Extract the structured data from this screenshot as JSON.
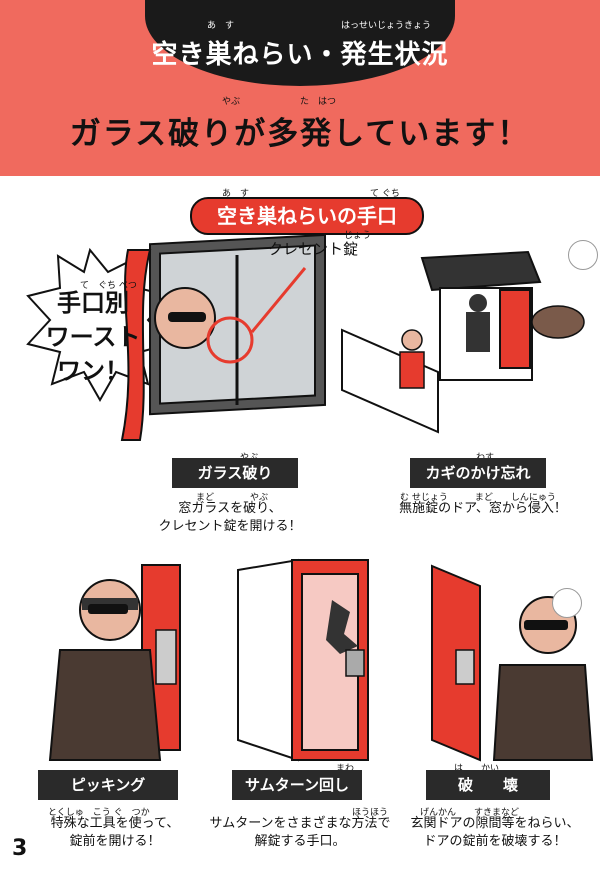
{
  "header": {
    "title": "空き巣ねらい・発生状況",
    "title_ruby_1": "あ　す",
    "title_ruby_2": "はっせいじょうきょう",
    "headline": "ガラス破りが多発しています！",
    "headline_ruby_1": "やぶ",
    "headline_ruby_2": "た　はつ"
  },
  "section": {
    "title": "空き巣ねらいの手口",
    "ruby_1": "あ　す",
    "ruby_2": "て ぐち"
  },
  "burst": {
    "ruby": "て　ぐち べつ",
    "line1": "手口別",
    "line2": "ワースト",
    "line3": "ワン！"
  },
  "callout": {
    "label": "クレセント錠",
    "ruby": "じょう"
  },
  "methods": [
    {
      "label": "ガラス破り",
      "ruby": "やぶ",
      "caption_line1": "窓ガラスを破り、",
      "caption_line2": "クレセント錠を開ける！",
      "caption_ruby": "まど　　　　やぶ"
    },
    {
      "label": "カギのかけ忘れ",
      "ruby": "わす",
      "caption_line1": "無施錠のドア、窓から侵入！",
      "caption_line2": "",
      "caption_ruby": "む せじょう　　　まど　　しんにゅう"
    },
    {
      "label": "ピッキング",
      "ruby": "",
      "caption_line1": "特殊な工具を使って、",
      "caption_line2": "錠前を開ける！",
      "caption_ruby": "とくしゅ　こう ぐ　つか"
    },
    {
      "label": "サムターン回し",
      "ruby": "まわ",
      "caption_line1": "サムターンをさまざまな方法で",
      "caption_line2": "解錠する手口。",
      "caption_ruby": "ほうほう"
    },
    {
      "label": "破　　壊",
      "ruby": "は　　かい",
      "caption_line1": "玄関ドアの隙間等をねらい、",
      "caption_line2": "ドアの錠前を破壊する！",
      "caption_ruby": "げんかん　　すきまなど"
    }
  ],
  "page_number": "3",
  "colors": {
    "accent": "#f06a5e",
    "red": "#e63b2e",
    "dark": "#1a1a1a"
  }
}
